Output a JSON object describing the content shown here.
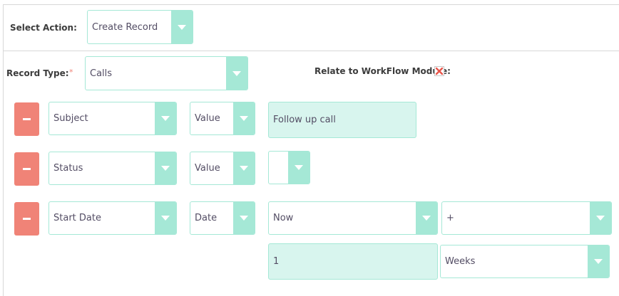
{
  "action": {
    "label": "Select Action:",
    "value": "Create Record"
  },
  "record": {
    "label": "Record Type:",
    "required_mark": "*",
    "value": "Calls",
    "relate_label": "Relate to WorkFlow Module:",
    "relate_checked": true
  },
  "rows": [
    {
      "field": "Subject",
      "type": "Value",
      "value": "Follow up call"
    },
    {
      "field": "Status",
      "type": "Value",
      "value": ""
    },
    {
      "field": "Start Date",
      "type": "Date",
      "date_base": "Now",
      "operator": "+",
      "amount": "1",
      "unit": "Weeks"
    }
  ],
  "colors": {
    "accent": "#a5e8d6",
    "input_bg": "#d8f5ee",
    "remove": "#f08377",
    "checkbox_x": "#e8554a"
  },
  "icons": {
    "remove": "minus-icon",
    "dropdown": "chevron-down-icon",
    "checkbox": "close-icon"
  }
}
